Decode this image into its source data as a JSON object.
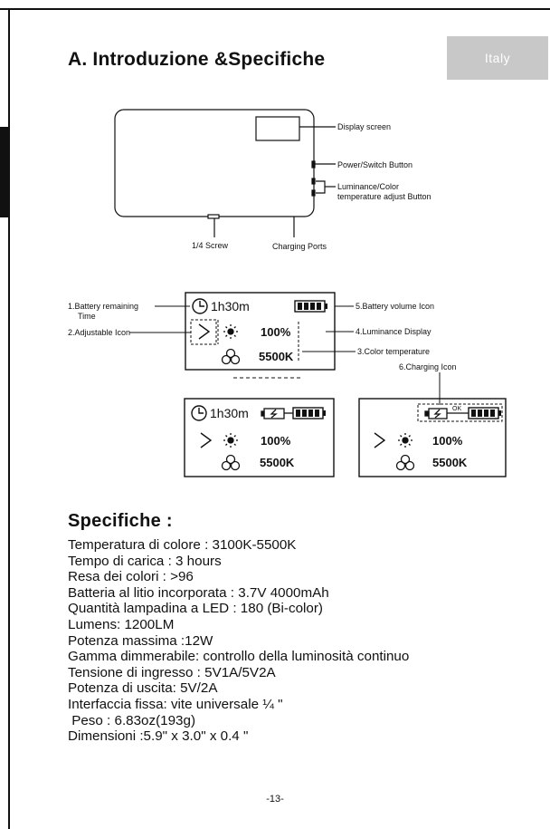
{
  "header": {
    "title": "A. Introduzione &Specifiche",
    "language_tab": "Italy"
  },
  "device_diagram": {
    "display_screen": "Display screen",
    "power_button": "Power/Switch Button",
    "adjust_button_line1": "Luminance/Color",
    "adjust_button_line2": "temperature adjust Button",
    "screw": "1/4 Screw",
    "charging_ports": "Charging Ports"
  },
  "display_diagram": {
    "battery_remaining_line1": "1.Battery remaining",
    "battery_remaining_line2": "Time",
    "adjustable_icon": "2.Adjustable Icon",
    "color_temperature": "3.Color temperature",
    "luminance_display": "4.Luminance Display",
    "battery_volume_icon": "5.Battery volume Icon",
    "charging_icon": "6.Charging Icon",
    "time_value": "1h30m",
    "luminance_value": "100%",
    "color_temp_value": "5500K",
    "ok_label": "OK"
  },
  "specs": {
    "heading": "Specifiche :",
    "items": [
      "Temperatura di colore : 3100K-5500K",
      "Tempo di carica : 3 hours",
      "Resa dei colori : >96",
      "Batteria al litio incorporata : 3.7V 4000mAh",
      "Quantità lampadina a LED : 180 (Bi-color)",
      "Lumens: 1200LM",
      "Potenza massima :12W",
      "Gamma dimmerabile: controllo della luminosità continuo",
      "Tensione di ingresso : 5V1A/5V2A",
      "Potenza di uscita: 5V/2A",
      "Interfaccia fissa: vite universale ¼ \"",
      " Peso : 6.83oz(193g)",
      "Dimensioni :5.9\" x 3.0\" x 0.4 \""
    ]
  },
  "footer": {
    "page_number": "-13-"
  }
}
